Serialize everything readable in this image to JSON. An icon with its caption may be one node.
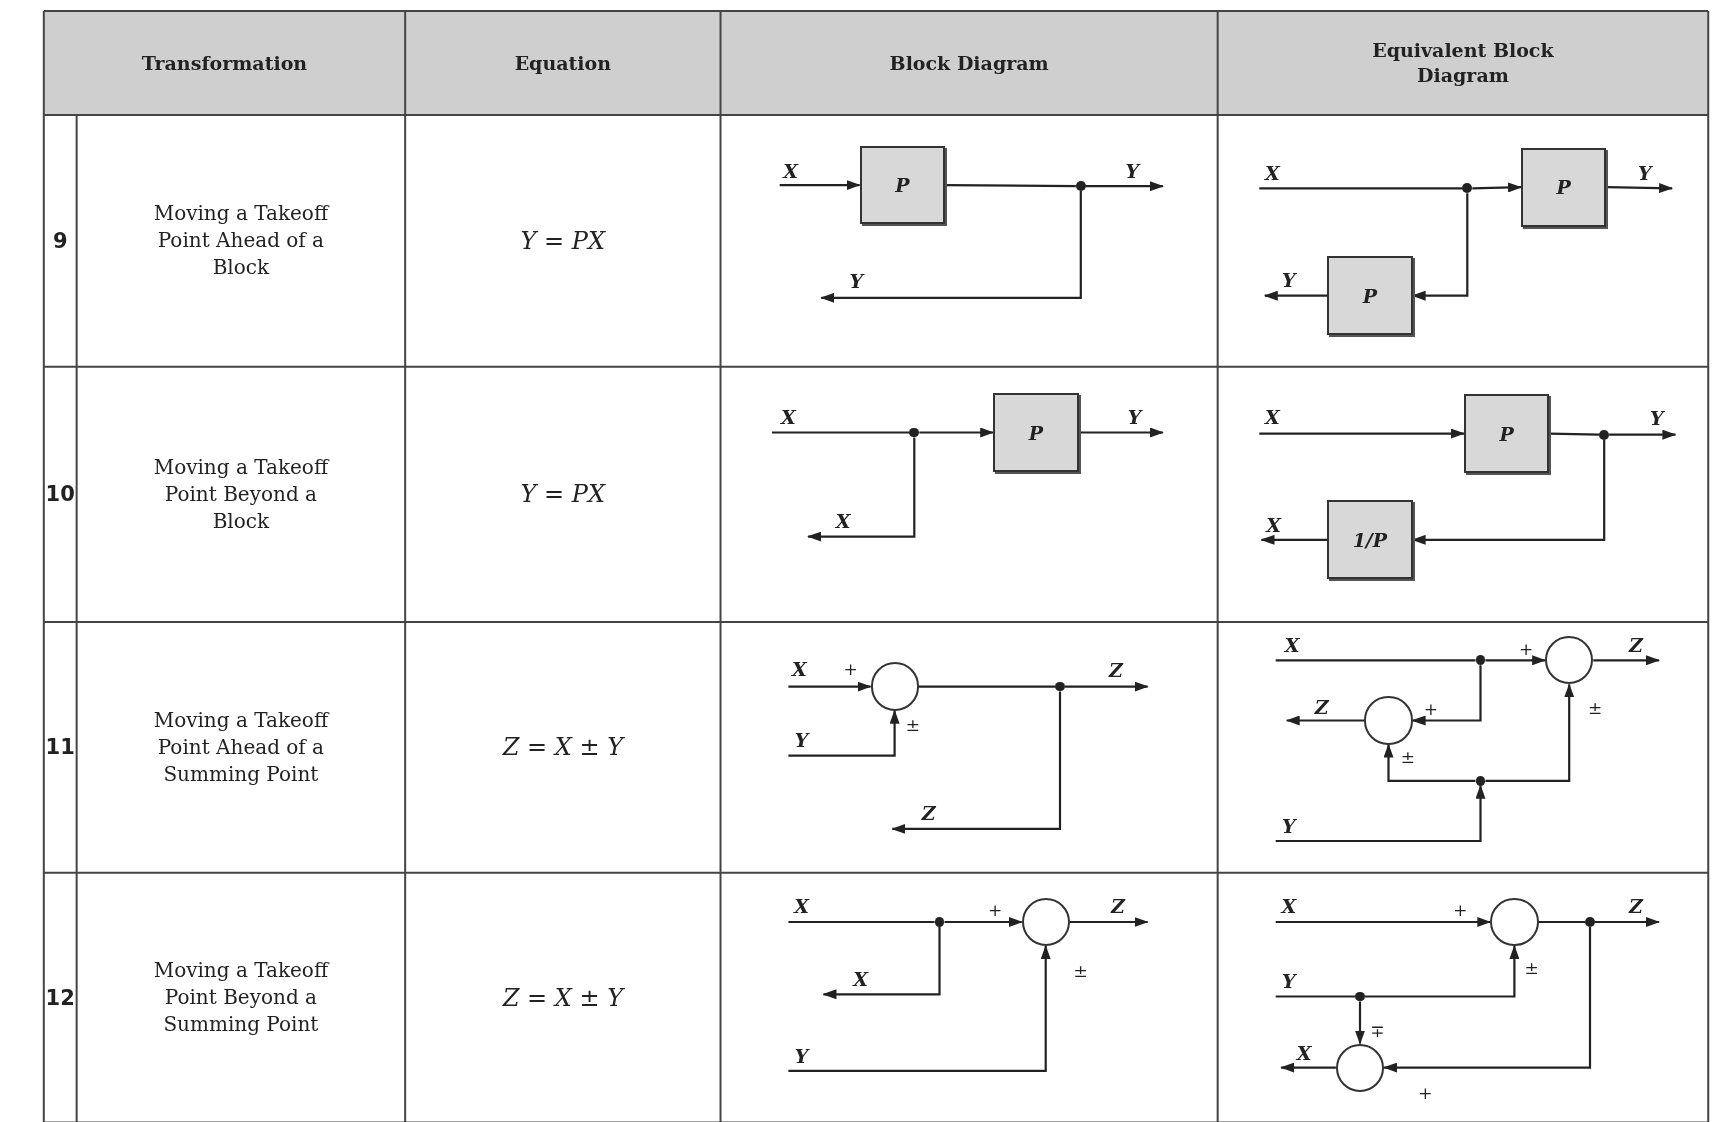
{
  "diagram": {
    "nodes": [
      {
        "text": [
          "P"
        ]
      },
      {
        "text": [],
        "shape": "dot"
      },
      {
        "text": [],
        "shape": "dot"
      },
      {
        "text": [
          "P"
        ]
      },
      {
        "text": [
          "P"
        ]
      },
      {
        "text": [],
        "shape": "dot"
      },
      {
        "text": [
          "P"
        ]
      },
      {
        "text": [
          "P"
        ]
      },
      {
        "text": [],
        "shape": "dot"
      },
      {
        "text": [
          "1/P"
        ]
      },
      {
        "text": [],
        "shape": "circle",
        "beside": [
          "+",
          "±"
        ]
      },
      {
        "text": [],
        "shape": "dot"
      },
      {
        "text": [],
        "shape": "dot"
      },
      {
        "text": [],
        "shape": "circle",
        "beside": [
          "+",
          "±"
        ]
      },
      {
        "text": [],
        "shape": "circle",
        "beside": [
          "+",
          "±"
        ]
      },
      {
        "text": [],
        "shape": "dot"
      },
      {
        "text": [],
        "shape": "dot"
      },
      {
        "text": [],
        "shape": "circle",
        "beside": [
          "+",
          "±"
        ]
      },
      {
        "text": [],
        "shape": "circle",
        "beside": [
          "+",
          "±"
        ]
      },
      {
        "text": [],
        "shape": "dot"
      },
      {
        "text": [],
        "shape": "dot"
      },
      {
        "text": [],
        "shape": "circle",
        "beside": [
          "∓",
          "+"
        ]
      }
    ],
    "edges": [
      {
        "from": null,
        "to": 0,
        "arrow": "to",
        "label": "X"
      },
      {
        "from": 0,
        "to": 1,
        "arrow": "none"
      },
      {
        "from": 1,
        "to": null,
        "arrow": "to",
        "label": "Y"
      },
      {
        "from": 1,
        "to": null,
        "arrow": "to",
        "label": "Y"
      },
      {
        "from": null,
        "to": 2,
        "arrow": "none",
        "label": "X"
      },
      {
        "from": 2,
        "to": 3,
        "arrow": "to"
      },
      {
        "from": 3,
        "to": null,
        "arrow": "to",
        "label": "Y"
      },
      {
        "from": 2,
        "to": 4,
        "arrow": "to"
      },
      {
        "from": 4,
        "to": null,
        "arrow": "to",
        "label": "Y"
      },
      {
        "from": null,
        "to": 5,
        "arrow": "none",
        "label": "X"
      },
      {
        "from": 5,
        "to": 6,
        "arrow": "to"
      },
      {
        "from": 6,
        "to": null,
        "arrow": "to",
        "label": "Y"
      },
      {
        "from": 5,
        "to": null,
        "arrow": "to",
        "label": "X"
      },
      {
        "from": null,
        "to": 7,
        "arrow": "to",
        "label": "X"
      },
      {
        "from": 7,
        "to": 8,
        "arrow": "none"
      },
      {
        "from": 8,
        "to": null,
        "arrow": "to",
        "label": "Y"
      },
      {
        "from": 8,
        "to": 9,
        "arrow": "to"
      },
      {
        "from": 9,
        "to": null,
        "arrow": "to",
        "label": "X"
      },
      {
        "from": null,
        "to": 10,
        "arrow": "to",
        "label": "X"
      },
      {
        "from": null,
        "to": 10,
        "arrow": "to",
        "label": "Y"
      },
      {
        "from": 10,
        "to": 11,
        "arrow": "none"
      },
      {
        "from": 11,
        "to": null,
        "arrow": "to",
        "label": "Z"
      },
      {
        "from": 11,
        "to": null,
        "arrow": "to",
        "label": "Z"
      },
      {
        "from": null,
        "to": 12,
        "arrow": "none",
        "label": "X"
      },
      {
        "from": 12,
        "to": 13,
        "arrow": "to"
      },
      {
        "from": 13,
        "to": null,
        "arrow": "to",
        "label": "Z"
      },
      {
        "from": 12,
        "to": 14,
        "arrow": "to"
      },
      {
        "from": 14,
        "to": null,
        "arrow": "to",
        "label": "Z"
      },
      {
        "from": null,
        "to": 15,
        "arrow": "to",
        "label": "Y"
      },
      {
        "from": 15,
        "to": 14,
        "arrow": "to"
      },
      {
        "from": 15,
        "to": 13,
        "arrow": "to"
      },
      {
        "from": null,
        "to": 16,
        "arrow": "none",
        "label": "X"
      },
      {
        "from": 16,
        "to": 17,
        "arrow": "to"
      },
      {
        "from": 17,
        "to": null,
        "arrow": "to",
        "label": "Z"
      },
      {
        "from": 16,
        "to": null,
        "arrow": "to",
        "label": "X"
      },
      {
        "from": null,
        "to": 17,
        "arrow": "to",
        "label": "Y"
      },
      {
        "from": null,
        "to": 18,
        "arrow": "to",
        "label": "X"
      },
      {
        "from": 18,
        "to": 19,
        "arrow": "none"
      },
      {
        "from": 19,
        "to": null,
        "arrow": "to",
        "label": "Z"
      },
      {
        "from": null,
        "to": 20,
        "arrow": "none",
        "label": "Y"
      },
      {
        "from": 20,
        "to": 18,
        "arrow": "to"
      },
      {
        "from": 20,
        "to": 21,
        "arrow": "to"
      },
      {
        "from": 21,
        "to": null,
        "arrow": "to",
        "label": "X"
      },
      {
        "from": 19,
        "to": 21,
        "arrow": "to"
      }
    ],
    "labels": [
      "Transformation",
      "Equation",
      "Block Diagram",
      "Equivalent Block Diagram",
      "9",
      "Moving a Takeoff Point Ahead of a Block",
      "Y = PX",
      "10",
      "Moving a Takeoff Point Beyond a Block",
      "Y = PX",
      "11",
      "Moving a Takeoff Point Ahead of a Summing Point",
      "Z = X ± Y",
      "12",
      "Moving a Takeoff Point Beyond a Summing Point",
      "Z = X ± Y"
    ]
  }
}
